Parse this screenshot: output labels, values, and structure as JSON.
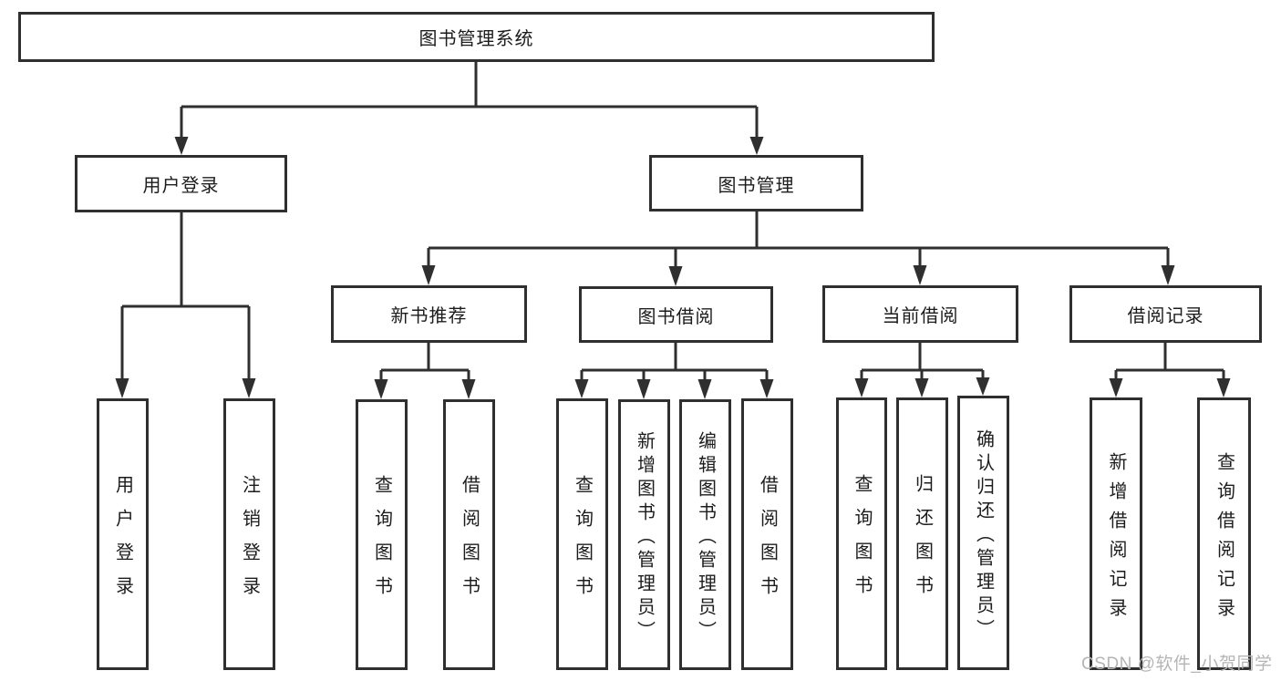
{
  "diagram": {
    "type": "tree",
    "title": "图书管理系统",
    "root": {
      "label": "图书管理系统",
      "children": [
        {
          "label": "用户登录",
          "children": [
            {
              "label": "用户登录"
            },
            {
              "label": "注销登录"
            }
          ]
        },
        {
          "label": "图书管理",
          "children": [
            {
              "label": "新书推荐",
              "children": [
                {
                  "label": "查询图书"
                },
                {
                  "label": "借阅图书"
                }
              ]
            },
            {
              "label": "图书借阅",
              "children": [
                {
                  "label": "查询图书"
                },
                {
                  "label": "新增图书（管理员）"
                },
                {
                  "label": "编辑图书（管理员）"
                },
                {
                  "label": "借阅图书"
                }
              ]
            },
            {
              "label": "当前借阅",
              "children": [
                {
                  "label": "查询图书"
                },
                {
                  "label": "归还图书"
                },
                {
                  "label": "确认归还（管理员）"
                }
              ]
            },
            {
              "label": "借阅记录",
              "children": [
                {
                  "label": "新增借阅记录"
                },
                {
                  "label": "查询借阅记录"
                }
              ]
            }
          ]
        }
      ]
    },
    "watermark": "CSDN @软件_小贺同学",
    "colors": {
      "border": "#2f2f2f",
      "text": "#1c1c1c",
      "background": "#ffffff",
      "watermark": "#b5b5b5"
    }
  }
}
